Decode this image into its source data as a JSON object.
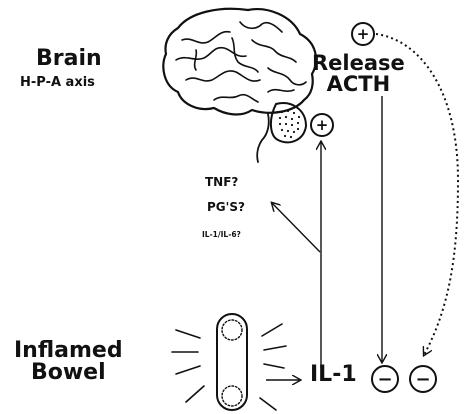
{
  "labels": {
    "brain_title": "Brain",
    "brain_subtitle": "H-P-A axis",
    "release_line1": "Release",
    "release_line2": "ACTH",
    "mediator_tnf": "TNF?",
    "mediator_pgs": "PG'S?",
    "mediator_il": "IL-1/IL-6?",
    "inflamed_line1": "Inflamed",
    "inflamed_line2": "Bowel",
    "il1": "IL-1"
  },
  "signs": {
    "plus": "+",
    "minus": "−"
  },
  "icons": [
    "brain-icon",
    "bowel-segment-icon"
  ],
  "colors": {
    "ink": "#111111",
    "background": "#ffffff"
  }
}
